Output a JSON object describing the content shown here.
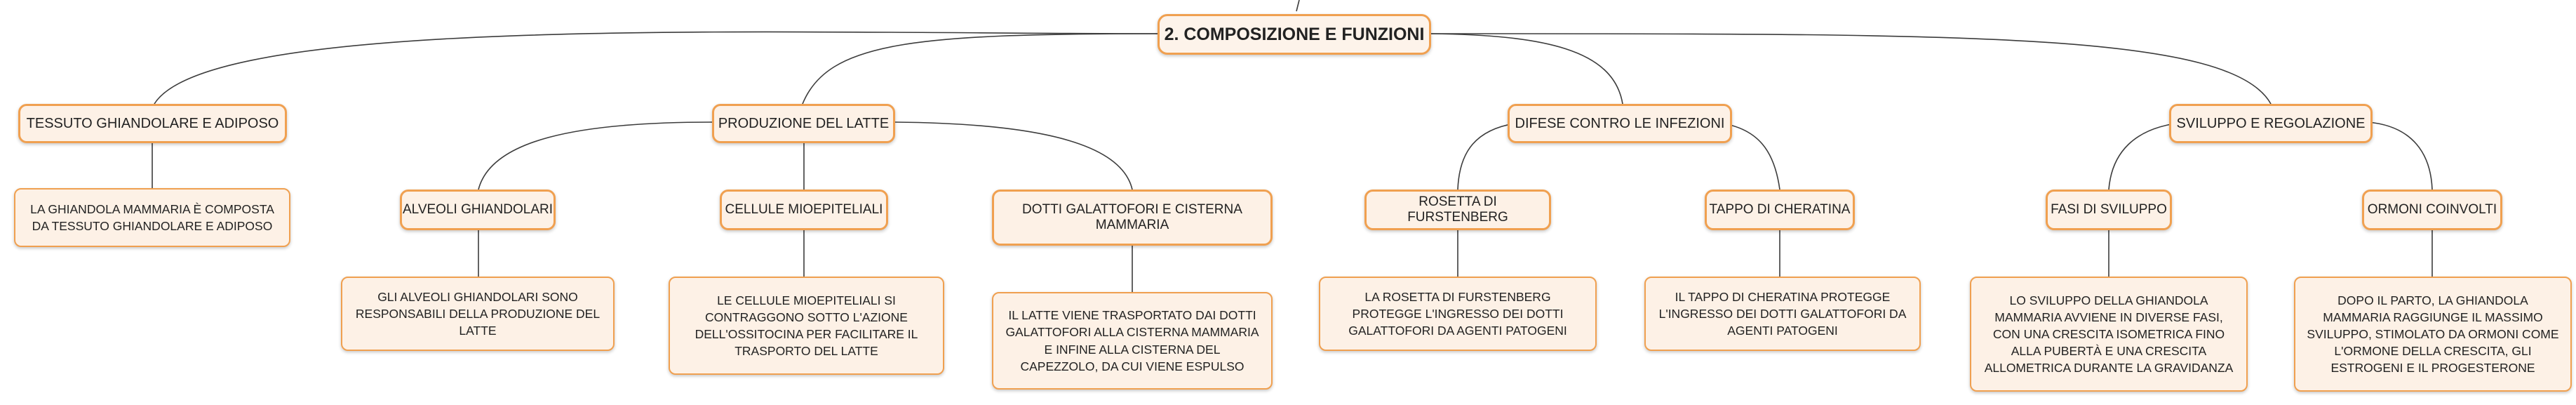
{
  "map": {
    "root": "2. COMPOSIZIONE E FUNZIONI",
    "branches": [
      {
        "title": "TESSUTO GHIANDOLARE E ADIPOSO",
        "description": "LA GHIANDOLA MAMMARIA È COMPOSTA DA TESSUTO GHIANDOLARE E ADIPOSO"
      },
      {
        "title": "PRODUZIONE DEL LATTE",
        "children": [
          {
            "title": "ALVEOLI GHIANDOLARI",
            "description": "GLI ALVEOLI GHIANDOLARI SONO RESPONSABILI DELLA PRODUZIONE DEL LATTE"
          },
          {
            "title": "CELLULE MIOEPITELIALI",
            "description": "LE CELLULE MIOEPITELIALI SI CONTRAGGONO SOTTO L'AZIONE DELL'OSSITOCINA PER FACILITARE IL TRASPORTO DEL LATTE"
          },
          {
            "title": "DOTTI GALATTOFORI E CISTERNA MAMMARIA",
            "description": "IL LATTE VIENE TRASPORTATO DAI DOTTI GALATTOFORI ALLA CISTERNA MAMMARIA E INFINE ALLA CISTERNA DEL CAPEZZOLO, DA CUI VIENE ESPULSO"
          }
        ]
      },
      {
        "title": "DIFESE CONTRO LE INFEZIONI",
        "children": [
          {
            "title": "ROSETTA DI FURSTENBERG",
            "description": "LA ROSETTA DI FURSTENBERG PROTEGGE L'INGRESSO DEI DOTTI GALATTOFORI DA AGENTI PATOGENI"
          },
          {
            "title": "TAPPO DI CHERATINA",
            "description": "IL TAPPO DI CHERATINA PROTEGGE L'INGRESSO DEI DOTTI GALATTOFORI DA AGENTI PATOGENI"
          }
        ]
      },
      {
        "title": "SVILUPPO E REGOLAZIONE",
        "children": [
          {
            "title": "FASI DI SVILUPPO",
            "description": "LO SVILUPPO DELLA GHIANDOLA MAMMARIA AVVIENE IN DIVERSE FASI, CON UNA CRESCITA ISOMETRICA FINO ALLA PUBERTÀ E UNA CRESCITA ALLOMETRICA DURANTE LA GRAVIDANZA"
          },
          {
            "title": "ORMONI COINVOLTI",
            "description": "DOPO IL PARTO, LA GHIANDOLA MAMMARIA RAGGIUNGE IL MASSIMO SVILUPPO, STIMOLATO DA ORMONI COME L'ORMONE DELLA CRESCITA, GLI ESTROGENI E IL PROGESTERONE"
          }
        ]
      }
    ]
  }
}
